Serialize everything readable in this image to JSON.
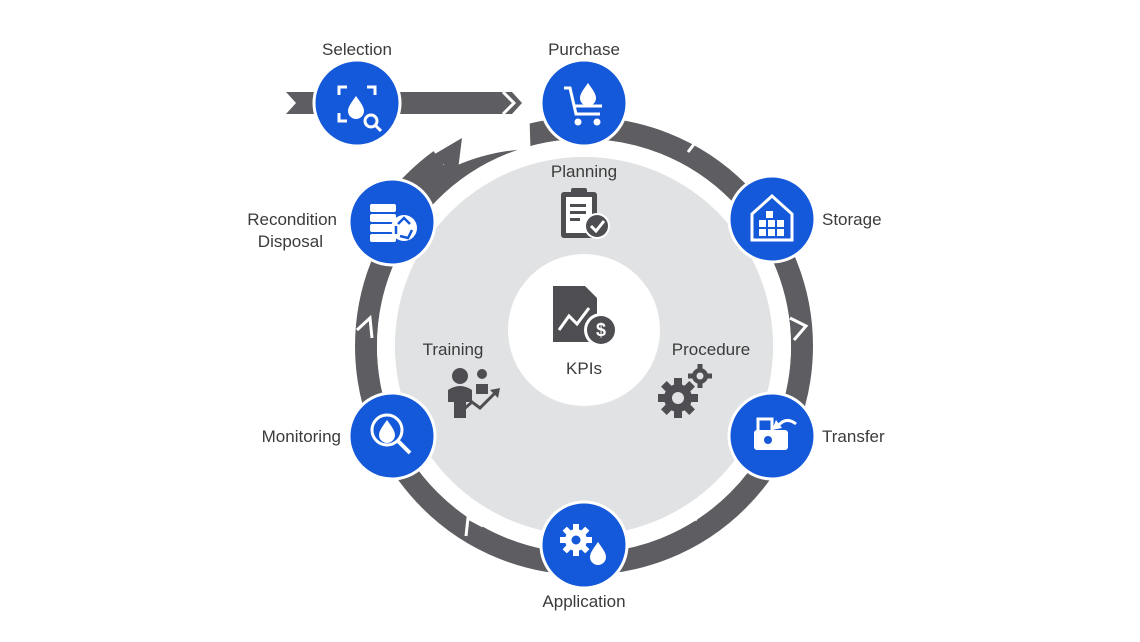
{
  "colors": {
    "ring": "#5e5e62",
    "inner_disc": "#e1e2e3",
    "node_blue": "#1459d9",
    "node_border": "#ffffff",
    "icon_gray": "#4e4e52",
    "text": "#3b3b3b"
  },
  "cycle": {
    "stages": [
      {
        "id": "selection",
        "label": "Selection",
        "icon": "droplet-search-icon"
      },
      {
        "id": "purchase",
        "label": "Purchase",
        "icon": "cart-droplet-icon"
      },
      {
        "id": "storage",
        "label": "Storage",
        "icon": "warehouse-icon"
      },
      {
        "id": "transfer",
        "label": "Transfer",
        "icon": "transfer-tank-icon"
      },
      {
        "id": "application",
        "label": "Application",
        "icon": "gear-droplet-icon"
      },
      {
        "id": "monitoring",
        "label": "Monitoring",
        "icon": "droplet-magnifier-icon"
      },
      {
        "id": "recondition",
        "label_line1": "Recondition",
        "label_line2": "Disposal",
        "icon": "barrels-recycle-icon"
      }
    ]
  },
  "inner": {
    "planning": {
      "label": "Planning",
      "icon": "clipboard-check-icon"
    },
    "training": {
      "label": "Training",
      "icon": "trainer-chart-icon"
    },
    "procedure": {
      "label": "Procedure",
      "icon": "gears-icon"
    },
    "kpis": {
      "label": "KPIs",
      "icon": "report-dollar-icon"
    }
  }
}
